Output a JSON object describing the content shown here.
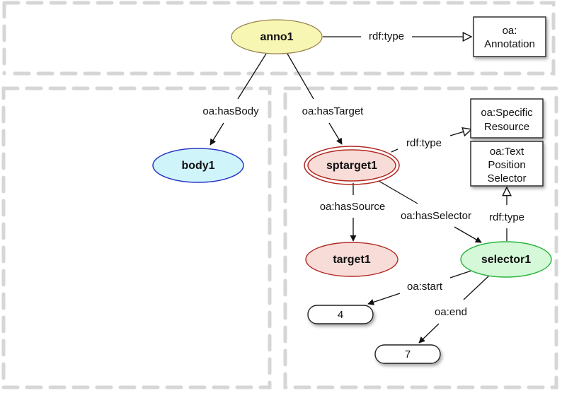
{
  "panels": [
    {
      "id": "annotation-panel"
    },
    {
      "id": "body-panel"
    },
    {
      "id": "target-panel"
    }
  ],
  "nodes": {
    "anno1": {
      "label": "anno1",
      "fill": "#f7f7b3",
      "stroke": "#9a8450"
    },
    "body1": {
      "label": "body1",
      "fill": "#cff5fb",
      "stroke": "#2b36c4"
    },
    "sptarget1": {
      "label": "sptarget1",
      "fill": "#f8dcd8",
      "stroke": "#b02a22"
    },
    "target1": {
      "label": "target1",
      "fill": "#f8dcd8",
      "stroke": "#b02a22"
    },
    "selector1": {
      "label": "selector1",
      "fill": "#d5f8d8",
      "stroke": "#28b43c"
    }
  },
  "classes": {
    "annotation": {
      "lines": [
        "oa:",
        "Annotation"
      ]
    },
    "specific_resource": {
      "lines": [
        "oa:Specific",
        "Resource"
      ]
    },
    "text_position_selector": {
      "lines": [
        "oa:Text",
        "Position",
        "Selector"
      ]
    }
  },
  "literals": {
    "start_value": "4",
    "end_value": "7"
  },
  "edges": {
    "anno_type": "rdf:type",
    "has_body": "oa:hasBody",
    "has_target": "oa:hasTarget",
    "sptarget_type": "rdf:type",
    "has_source": "oa:hasSource",
    "has_selector": "oa:hasSelector",
    "selector_type": "rdf:type",
    "start": "oa:start",
    "end": "oa:end"
  }
}
